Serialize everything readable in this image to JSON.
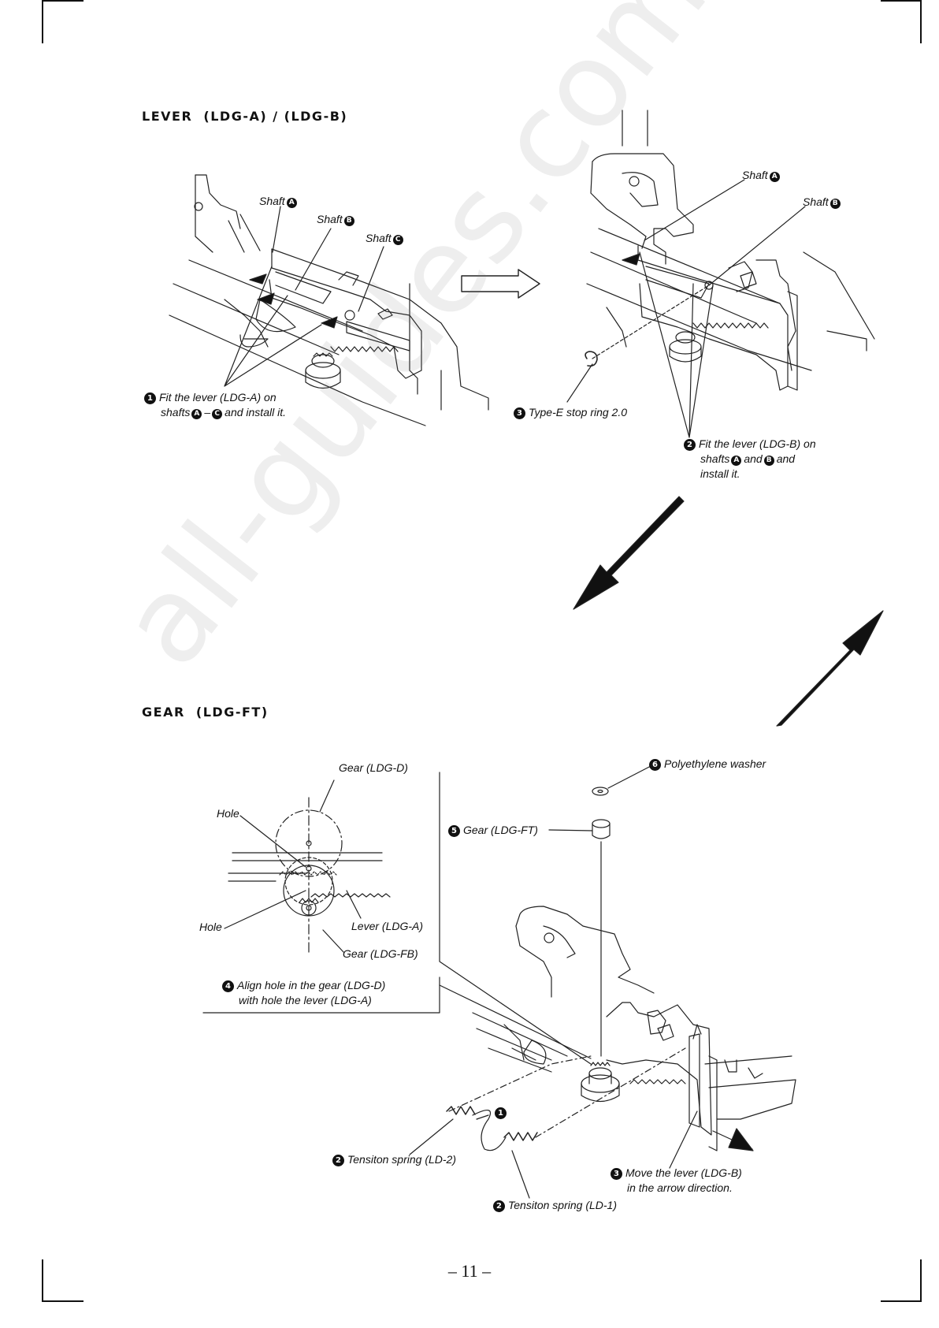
{
  "sections": {
    "lever": {
      "title": "LEVER  (LDG-A) / (LDG-B)",
      "left": {
        "shaft_a": "Shaft",
        "shaft_a_letter": "A",
        "shaft_b": "Shaft",
        "shaft_b_letter": "B",
        "shaft_c": "Shaft",
        "shaft_c_letter": "C",
        "step1_num": "1",
        "step1_line1": "Fit the lever (LDG-A) on",
        "step1_line2a": "shafts",
        "step1_a": "A",
        "step1_dash": "–",
        "step1_c": "C",
        "step1_line2b": "and install it."
      },
      "right": {
        "shaft_a": "Shaft",
        "shaft_a_letter": "A",
        "shaft_b": "Shaft",
        "shaft_b_letter": "B",
        "step3_num": "3",
        "step3_text": "Type-E stop ring 2.0",
        "step2_num": "2",
        "step2_line1": "Fit the lever (LDG-B) on",
        "step2_line2a": "shafts",
        "step2_a": "A",
        "step2_and": "and",
        "step2_b": "B",
        "step2_line2b": "and",
        "step2_line3": "install it."
      }
    },
    "gear": {
      "title": "GEAR  (LDG-FT)",
      "detail": {
        "gear_ldg_d": "Gear (LDG-D)",
        "hole_top": "Hole",
        "hole_bottom": "Hole",
        "lever_ldg_a": "Lever (LDG-A)",
        "gear_ldg_fb": "Gear (LDG-FB)",
        "step4_num": "4",
        "step4_line1": "Align hole in the gear (LDG-D)",
        "step4_line2": "with hole the lever (LDG-A)"
      },
      "main": {
        "step6_num": "6",
        "step6_text": "Polyethylene washer",
        "step5_num": "5",
        "step5_text": "Gear (LDG-FT)",
        "step1_num": "1",
        "step2a_num": "2",
        "step2a_text": "Tensiton spring (LD-2)",
        "step2b_num": "2",
        "step2b_text": "Tensiton spring (LD-1)",
        "step3_num": "3",
        "step3_line1": "Move the lever (LDG-B)",
        "step3_line2": "in the arrow direction."
      }
    }
  },
  "page_number": "– 11 –",
  "watermark": "all-guides.com"
}
